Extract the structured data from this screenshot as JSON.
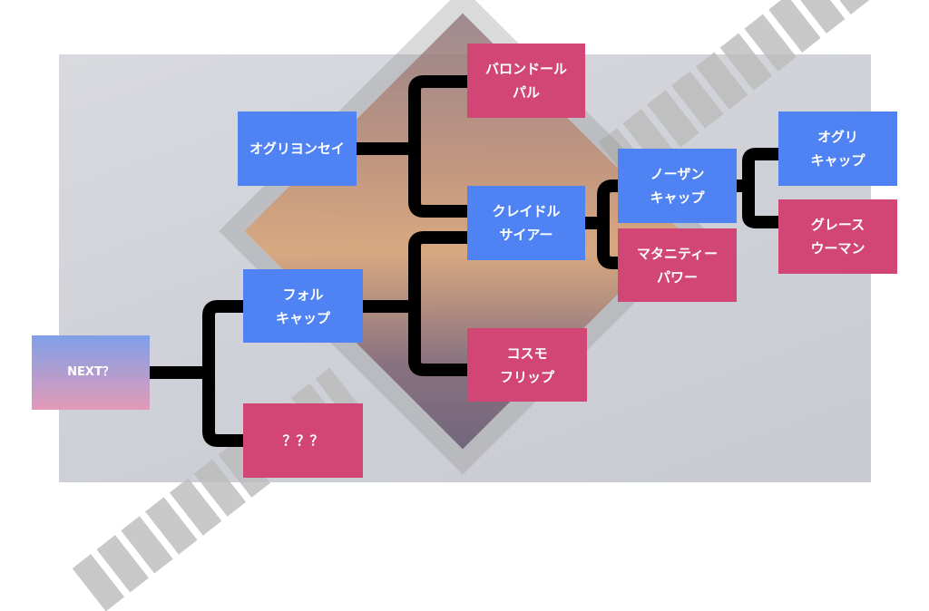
{
  "pedigree": {
    "next": "NEXT？",
    "sire": "フォル\nキャップ",
    "dam": "？？？",
    "sire_sire": "オグリヨンセイ",
    "sire_dam": "クレイドル\nサイアー",
    "sire_sire_dam": "バロンドール\nパル",
    "sire_dam_sire": "コスモ\nフリップ",
    "cradle_sire": "ノーザン\nキャップ",
    "cradle_dam": "マタニティー\nパワー",
    "northern_sire": "オグリ\nキャップ",
    "northern_dam": "グレース\nウーマン"
  },
  "colors": {
    "male": "#4f82f2",
    "female": "#d14675",
    "line": "#000000"
  }
}
